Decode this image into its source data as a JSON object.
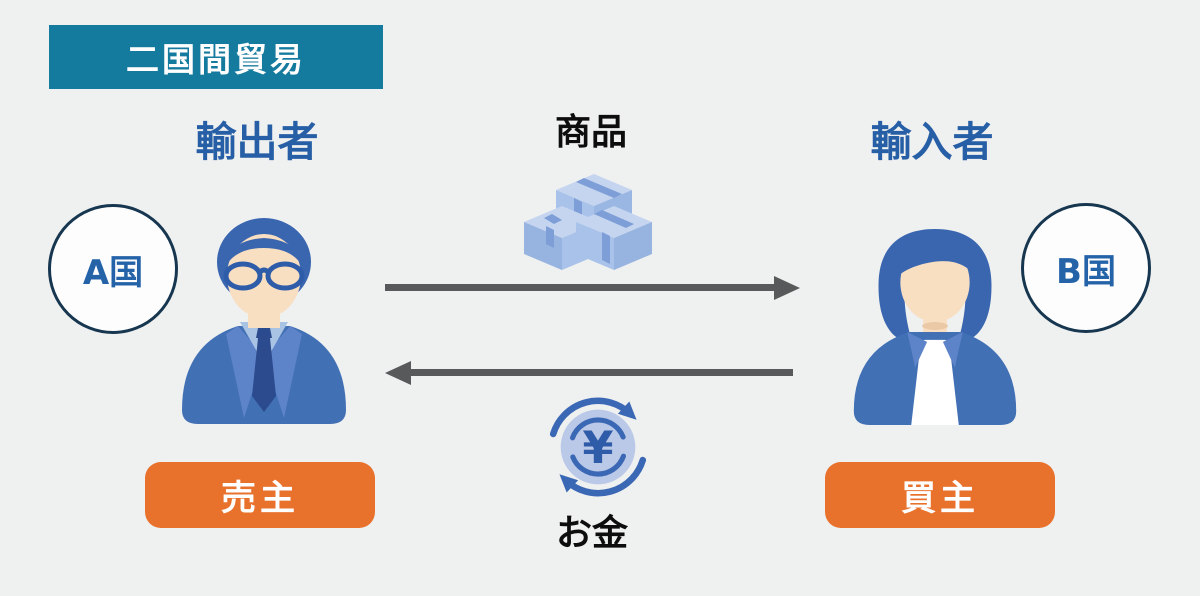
{
  "title": "二国間貿易",
  "actors": {
    "exporter": {
      "role": "輸出者",
      "country": "A国",
      "badge": "売主"
    },
    "importer": {
      "role": "輸入者",
      "country": "B国",
      "badge": "買主"
    }
  },
  "flows": {
    "goods": {
      "label": "商品",
      "direction": "exporter-to-importer"
    },
    "money": {
      "label": "お金",
      "direction": "importer-to-exporter",
      "currency_symbol": "¥"
    }
  },
  "colors": {
    "background": "#eff0f0",
    "title_bg": "#147a9e",
    "title_text": "#ffffff",
    "heading_blue": "#275fa6",
    "country_text_blue": "#2563a8",
    "circle_border_navy": "#17364f",
    "badge_orange": "#e8712c",
    "arrow_gray": "#58595b",
    "icon_blue": "#3b68b5",
    "icon_pale_blue": "#bac9e7",
    "person_suit_blue": "#4170b5",
    "person_hair_blue": "#3a66b0",
    "skin": "#f8dfc2"
  }
}
